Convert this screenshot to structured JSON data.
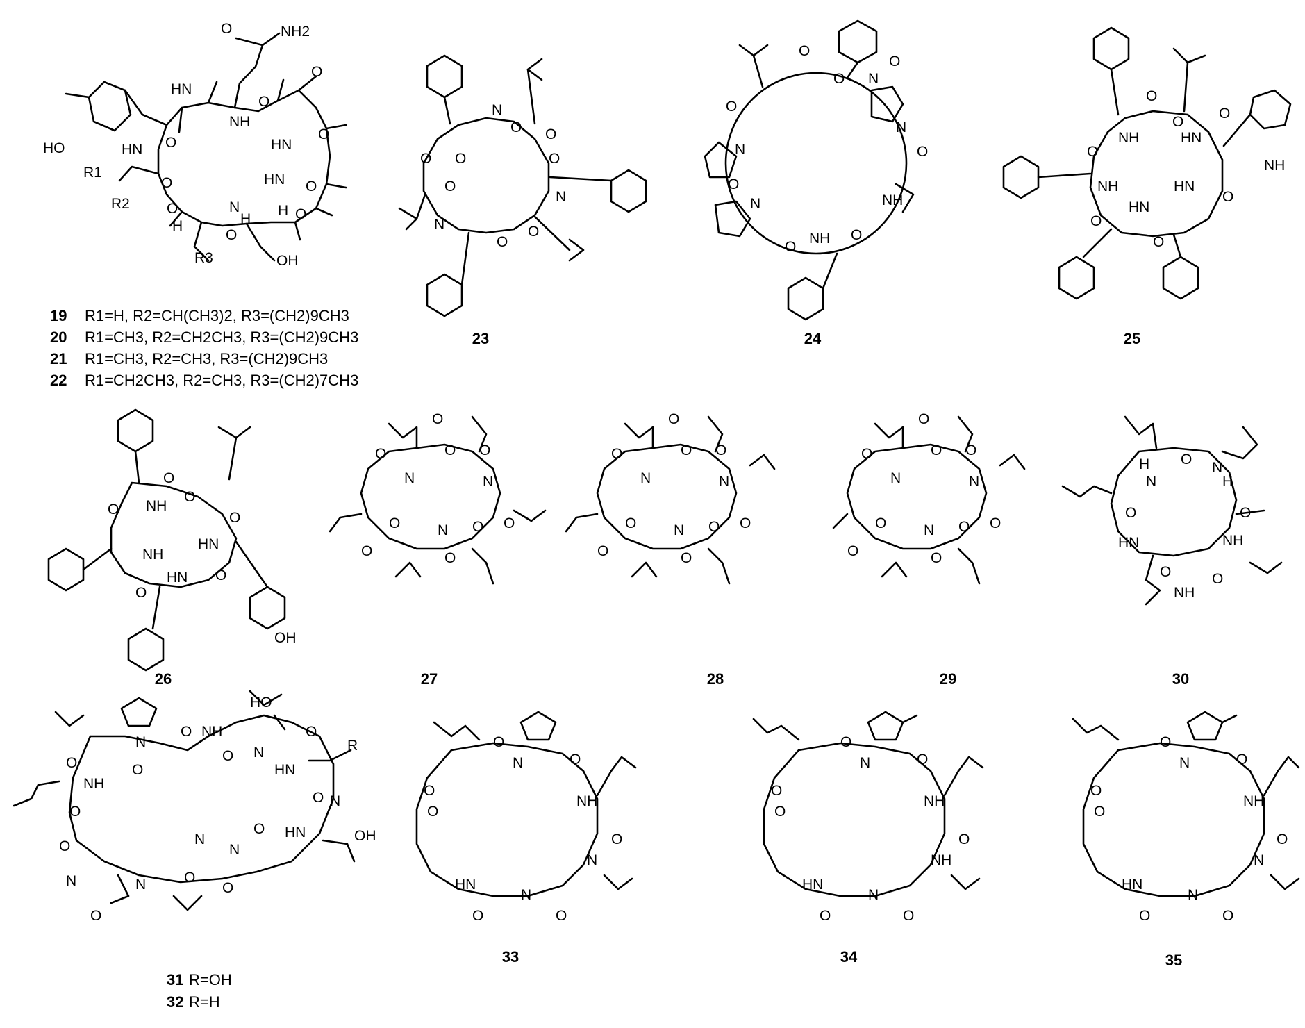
{
  "figure": {
    "compounds": [
      {
        "id": "19-22",
        "label": "",
        "r_groups": [
          {
            "num": "19",
            "text": "R1=H, R2=CH(CH3)2, R3=(CH2)9CH3"
          },
          {
            "num": "20",
            "text": "R1=CH3, R2=CH2CH3, R3=(CH2)9CH3"
          },
          {
            "num": "21",
            "text": "R1=CH3, R2=CH3, R3=(CH2)9CH3"
          },
          {
            "num": "22",
            "text": "R1=CH2CH3, R2=CH3, R3=(CH2)7CH3"
          }
        ]
      },
      {
        "id": "23",
        "label": "23"
      },
      {
        "id": "24",
        "label": "24"
      },
      {
        "id": "25",
        "label": "25"
      },
      {
        "id": "26",
        "label": "26"
      },
      {
        "id": "27",
        "label": "27"
      },
      {
        "id": "28",
        "label": "28"
      },
      {
        "id": "29",
        "label": "29"
      },
      {
        "id": "30",
        "label": "30"
      },
      {
        "id": "31-32",
        "label": "",
        "r_groups": [
          {
            "num": "31",
            "text": "R=OH"
          },
          {
            "num": "32",
            "text": "R=H"
          }
        ]
      },
      {
        "id": "33",
        "label": "33"
      },
      {
        "id": "34",
        "label": "34"
      },
      {
        "id": "35",
        "label": "35"
      }
    ],
    "atom_labels": {
      "O": "O",
      "N": "N",
      "NH": "NH",
      "HN": "HN",
      "H": "H",
      "OH": "OH",
      "HO": "HO",
      "NH2": "NH2",
      "R": "R",
      "R1": "R1",
      "R2": "R2",
      "R3": "R3"
    },
    "colors": {
      "ink": "#000000",
      "background": "#ffffff"
    }
  }
}
